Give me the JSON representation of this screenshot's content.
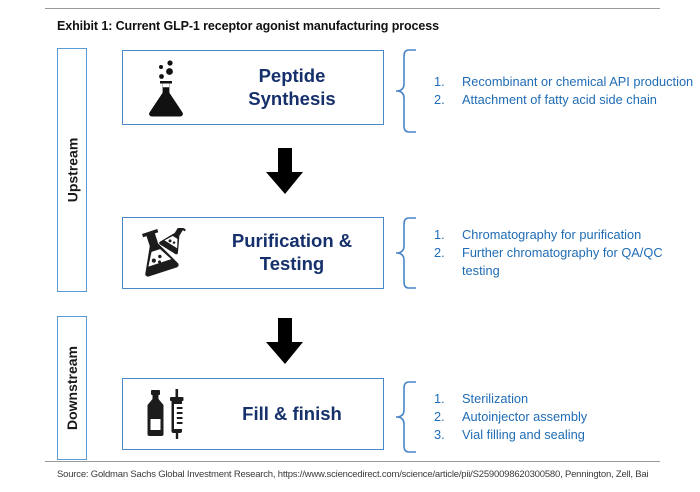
{
  "title": "Exhibit 1: Current GLP-1 receptor agonist manufacturing process",
  "source": "Source: Goldman Sachs Global Investment Research, https://www.sciencedirect.com/science/article/pii/S2590098620300580, Pennington, Zell, Bai",
  "colors": {
    "box_border": "#4a86c8",
    "stage_border": "#5b9bd5",
    "box_label_text": "#15306b",
    "bullet_text": "#1f6cb5",
    "brace": "#4a86c8",
    "arrow": "#000000",
    "title_text": "#111111",
    "rule": "#9a9a9a"
  },
  "stages": [
    {
      "label": "Upstream"
    },
    {
      "label": "Downstream"
    }
  ],
  "steps": [
    {
      "id": "peptide",
      "icon": "flask-bubbles-icon",
      "label_lines": [
        "Peptide",
        "Synthesis"
      ],
      "bullets": [
        "Recombinant or chemical API production",
        "Attachment of fatty acid side chain"
      ]
    },
    {
      "id": "purify",
      "icon": "two-flasks-icon",
      "label_lines": [
        "Purification &",
        "Testing"
      ],
      "bullets": [
        "Chromatography for purification",
        "Further chromatography for QA/QC testing"
      ]
    },
    {
      "id": "fill",
      "icon": "vial-syringe-icon",
      "label_lines": [
        "Fill & finish"
      ],
      "bullets": [
        "Sterilization",
        "Autoinjector assembly",
        "Vial filling and sealing"
      ]
    }
  ],
  "arrows": [
    {
      "name": "arrow-down-1",
      "direction": "down"
    },
    {
      "name": "arrow-down-2",
      "direction": "down"
    }
  ]
}
